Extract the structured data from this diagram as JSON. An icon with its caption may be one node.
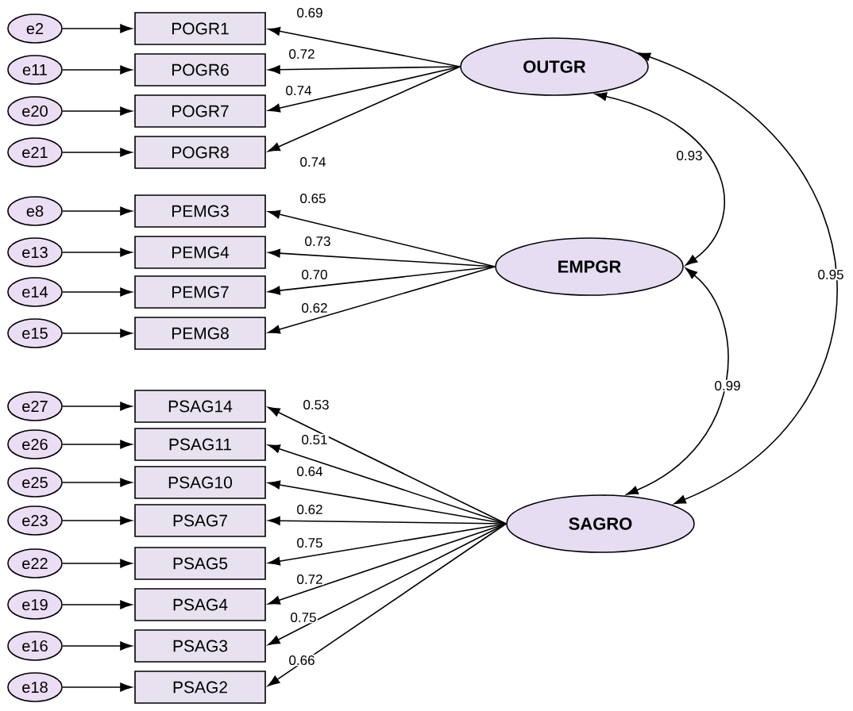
{
  "diagram": {
    "nodes": [
      {
        "text": [
          "e2"
        ]
      },
      {
        "text": [
          "POGR1"
        ]
      },
      {
        "text": [
          "OUTGR"
        ]
      },
      {
        "text": [
          "e11"
        ]
      },
      {
        "text": [
          "POGR6"
        ]
      },
      {
        "text": [
          "e20"
        ]
      },
      {
        "text": [
          "POGR7"
        ]
      },
      {
        "text": [
          "e21"
        ]
      },
      {
        "text": [
          "POGR8"
        ]
      },
      {
        "text": [
          "e8"
        ]
      },
      {
        "text": [
          "PEMG3"
        ]
      },
      {
        "text": [
          "e13"
        ]
      },
      {
        "text": [
          "PEMG4"
        ]
      },
      {
        "text": [
          "EMPGR"
        ]
      },
      {
        "text": [
          "e14"
        ]
      },
      {
        "text": [
          "PEMG7"
        ]
      },
      {
        "text": [
          "e15"
        ]
      },
      {
        "text": [
          "PEMG8"
        ]
      },
      {
        "text": [
          "e27"
        ]
      },
      {
        "text": [
          "PSAG14"
        ]
      },
      {
        "text": [
          "e26"
        ]
      },
      {
        "text": [
          "PSAG11"
        ]
      },
      {
        "text": [
          "e25"
        ]
      },
      {
        "text": [
          "PSAG10"
        ]
      },
      {
        "text": [
          "e23"
        ]
      },
      {
        "text": [
          "PSAG7"
        ]
      },
      {
        "text": [
          "SAGRO"
        ]
      },
      {
        "text": [
          "e22"
        ]
      },
      {
        "text": [
          "PSAG5"
        ]
      },
      {
        "text": [
          "e19"
        ]
      },
      {
        "text": [
          "PSAG4"
        ]
      },
      {
        "text": [
          "e16"
        ]
      },
      {
        "text": [
          "PSAG3"
        ]
      },
      {
        "text": [
          "e18"
        ]
      },
      {
        "text": [
          "PSAG2"
        ]
      }
    ],
    "edges": [
      {
        "from": 0,
        "to": 1,
        "arrow": "to"
      },
      {
        "from": 3,
        "to": 4,
        "arrow": "to"
      },
      {
        "from": 5,
        "to": 6,
        "arrow": "to"
      },
      {
        "from": 7,
        "to": 8,
        "arrow": "to"
      },
      {
        "from": 9,
        "to": 10,
        "arrow": "to"
      },
      {
        "from": 11,
        "to": 12,
        "arrow": "to"
      },
      {
        "from": 14,
        "to": 15,
        "arrow": "to"
      },
      {
        "from": 16,
        "to": 17,
        "arrow": "to"
      },
      {
        "from": 18,
        "to": 19,
        "arrow": "to"
      },
      {
        "from": 20,
        "to": 21,
        "arrow": "to"
      },
      {
        "from": 22,
        "to": 23,
        "arrow": "to"
      },
      {
        "from": 24,
        "to": 25,
        "arrow": "to"
      },
      {
        "from": 27,
        "to": 28,
        "arrow": "to"
      },
      {
        "from": 29,
        "to": 30,
        "arrow": "to"
      },
      {
        "from": 31,
        "to": 32,
        "arrow": "to"
      },
      {
        "from": 33,
        "to": 34,
        "arrow": "to"
      },
      {
        "from": 2,
        "to": 1,
        "arrow": "to",
        "label": "0.69"
      },
      {
        "from": 2,
        "to": 4,
        "arrow": "to",
        "label": "0.72"
      },
      {
        "from": 2,
        "to": 6,
        "arrow": "to",
        "label": "0.74"
      },
      {
        "from": 2,
        "to": 8,
        "arrow": "to",
        "label": "0.74"
      },
      {
        "from": 13,
        "to": 10,
        "arrow": "to",
        "label": "0.65"
      },
      {
        "from": 13,
        "to": 12,
        "arrow": "to",
        "label": "0.73"
      },
      {
        "from": 13,
        "to": 15,
        "arrow": "to",
        "label": "0.70"
      },
      {
        "from": 13,
        "to": 17,
        "arrow": "to",
        "label": "0.62"
      },
      {
        "from": 26,
        "to": 19,
        "arrow": "to",
        "label": "0.53"
      },
      {
        "from": 26,
        "to": 21,
        "arrow": "to",
        "label": "0.51"
      },
      {
        "from": 26,
        "to": 23,
        "arrow": "to",
        "label": "0.64"
      },
      {
        "from": 26,
        "to": 25,
        "arrow": "to",
        "label": "0.62"
      },
      {
        "from": 26,
        "to": 28,
        "arrow": "to",
        "label": "0.75"
      },
      {
        "from": 26,
        "to": 30,
        "arrow": "to",
        "label": "0.72"
      },
      {
        "from": 26,
        "to": 32,
        "arrow": "to",
        "label": "0.75"
      },
      {
        "from": 26,
        "to": 34,
        "arrow": "to",
        "label": "0.66"
      },
      {
        "from": 2,
        "to": 13,
        "arrow": "both",
        "label": "0.93"
      },
      {
        "from": 13,
        "to": 26,
        "arrow": "both",
        "label": "0.99"
      },
      {
        "from": 2,
        "to": 26,
        "arrow": "both",
        "label": "0.95"
      }
    ]
  }
}
